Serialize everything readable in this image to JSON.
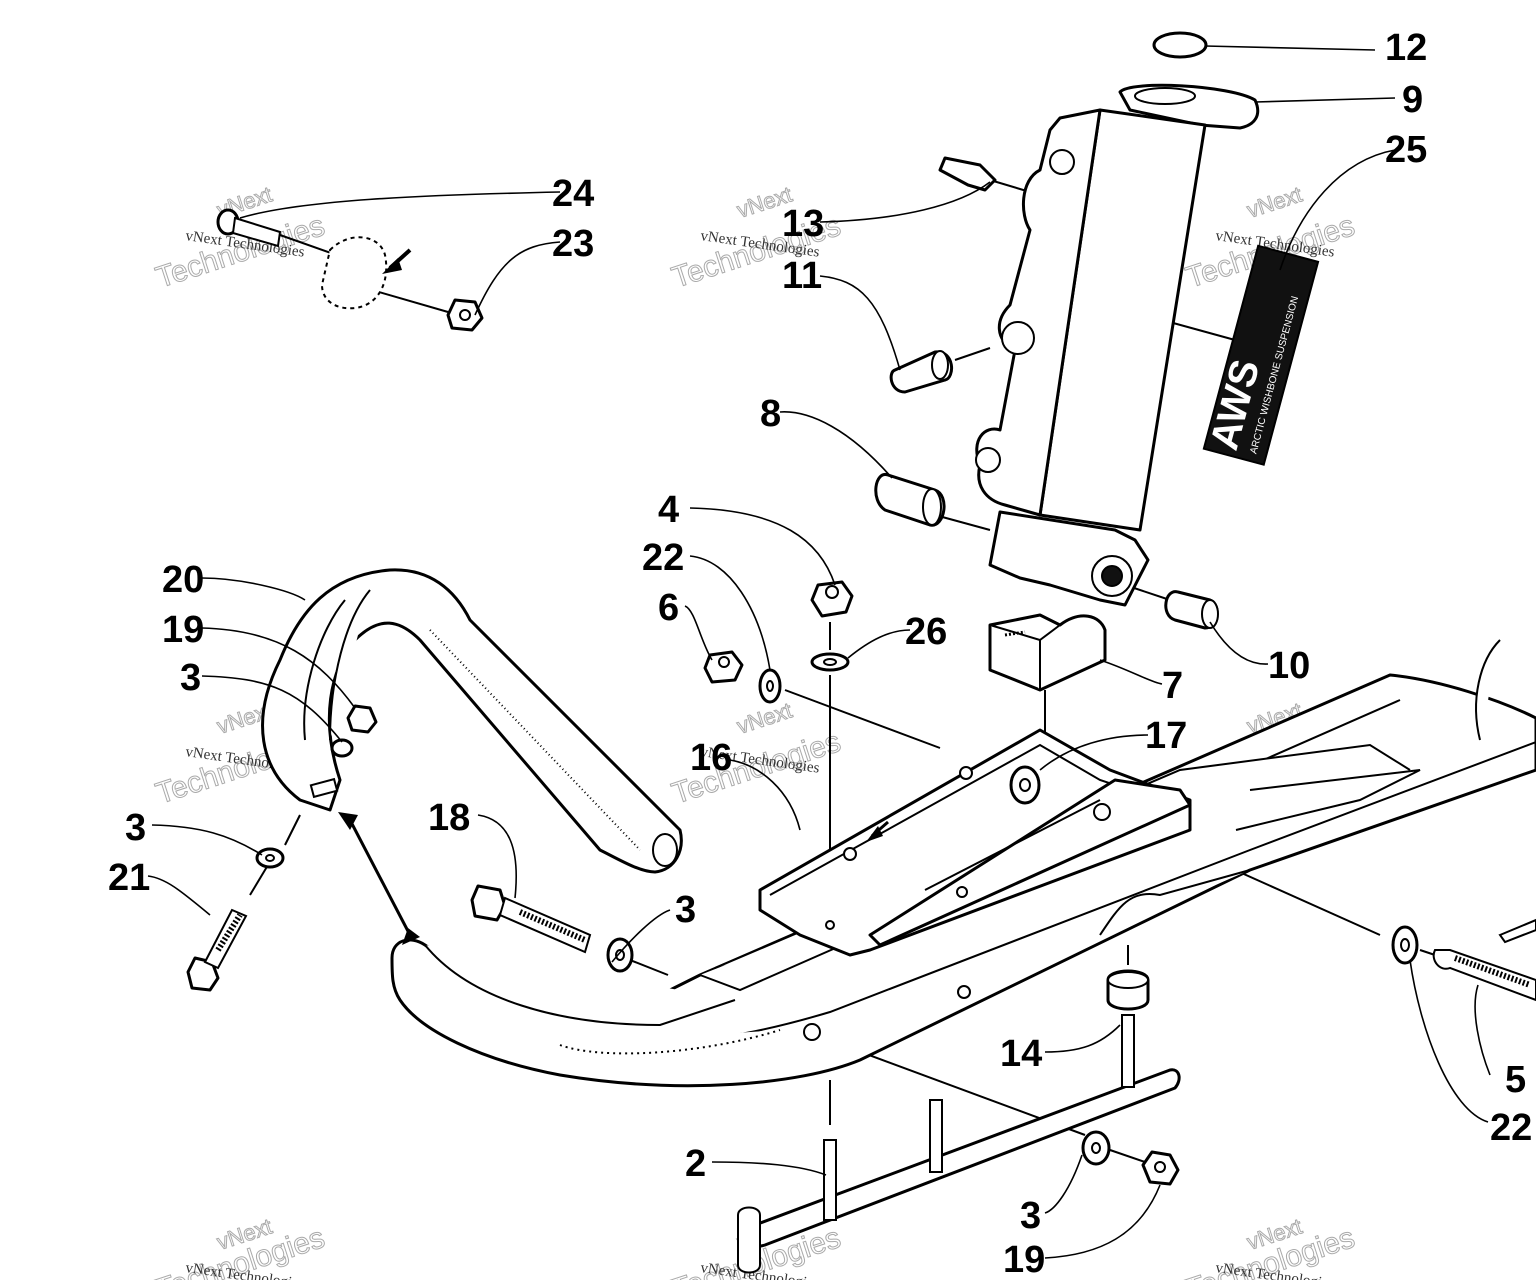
{
  "callouts": {
    "c12": "12",
    "c9": "9",
    "c25": "25",
    "c24": "24",
    "c23": "23",
    "c13": "13",
    "c11": "11",
    "c8": "8",
    "c4": "4",
    "c22a": "22",
    "c26": "26",
    "c6": "6",
    "c20": "20",
    "c19a": "19",
    "c3a": "3",
    "c10": "10",
    "c7": "7",
    "c17": "17",
    "c16": "16",
    "c18": "18",
    "c3b": "3",
    "c21": "21",
    "c3c": "3",
    "c14": "14",
    "c5": "5",
    "c22b": "22",
    "c2": "2",
    "c3d": "3",
    "c19b": "19"
  },
  "decal": {
    "logo": "AWS",
    "subtitle": "ARCTIC WISHBONE SUSPENSION"
  },
  "watermark": {
    "line1": "vNext",
    "line2": "Technologies",
    "small": "vNext Technologies"
  }
}
